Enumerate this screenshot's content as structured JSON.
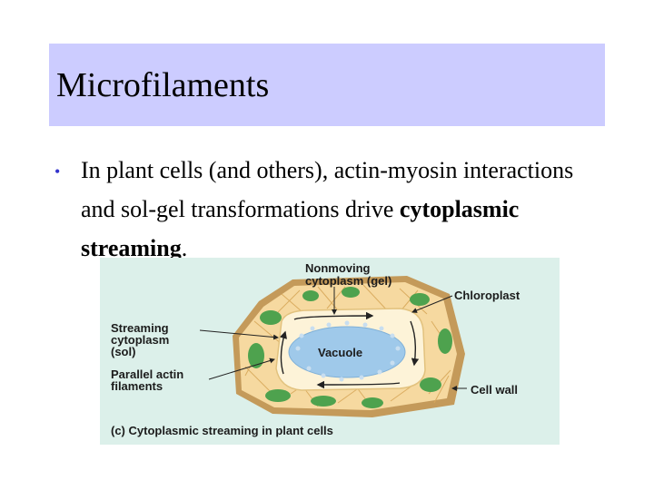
{
  "slide": {
    "title": "Microfilaments",
    "bullet": {
      "text_before": "In plant cells (and others), actin-myosin interactions and sol-gel transformations drive ",
      "emphasis": "cytoplasmic streaming",
      "text_after": "."
    }
  },
  "figure": {
    "labels": {
      "nonmoving_line1": "Nonmoving",
      "nonmoving_line2": "cytoplasm (gel)",
      "chloroplast": "Chloroplast",
      "streaming_line1": "Streaming",
      "streaming_line2": "cytoplasm",
      "streaming_line3": "(sol)",
      "parallel_line1": "Parallel actin",
      "parallel_line2": "filaments",
      "cell_wall": "Cell wall",
      "vacuole": "Vacuole",
      "caption": "(c) Cytoplasmic streaming in plant cells"
    },
    "colors": {
      "background": "#dcf0ea",
      "cell_wall": "#c49a5a",
      "cytoplasm": "#f6d9a0",
      "chloroplast": "#4ea24e",
      "vacuole": "#9fc9ea",
      "streaming_zone": "#fdf3d8"
    }
  }
}
